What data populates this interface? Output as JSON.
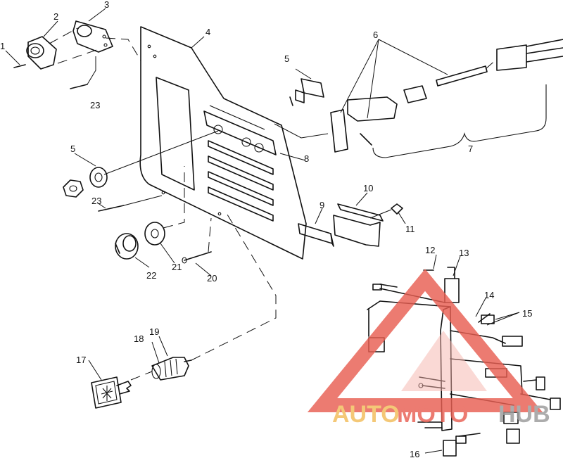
{
  "diagram": {
    "callouts": [
      "1",
      "2",
      "3",
      "4",
      "5",
      "5",
      "6",
      "7",
      "8",
      "9",
      "10",
      "11",
      "12",
      "13",
      "14",
      "15",
      "16",
      "17",
      "18",
      "19",
      "20",
      "21",
      "22",
      "23",
      "23"
    ]
  },
  "watermark": {
    "part1": "AUTO",
    "part2": "MOTO",
    "part3": "HUB",
    "colors": {
      "auto": "#f2bd5a",
      "moto": "#e85f52",
      "hub": "#9a9a9a",
      "triangle": "#e85f52"
    }
  }
}
